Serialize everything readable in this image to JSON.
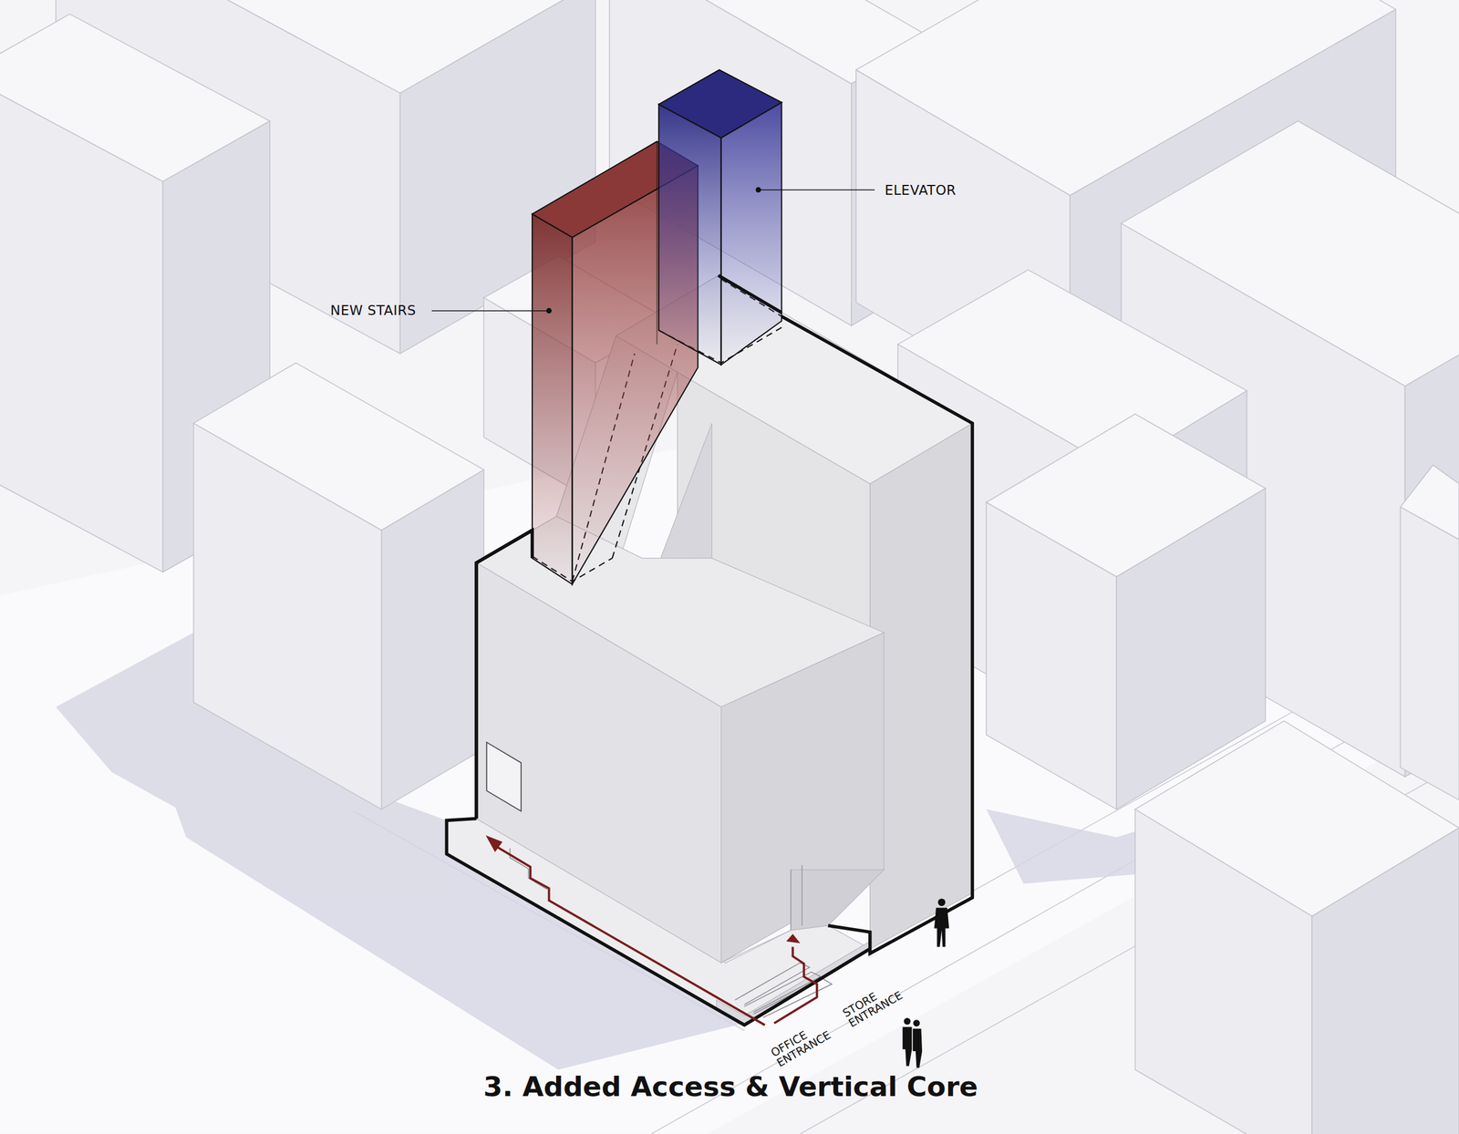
{
  "diagram": {
    "title": "3. Added Access & Vertical Core",
    "labels": [
      "NEW STAIRS",
      "ELEVATOR",
      "OFFICE ENTRANCE",
      "STORE ENTRANCE"
    ]
  }
}
